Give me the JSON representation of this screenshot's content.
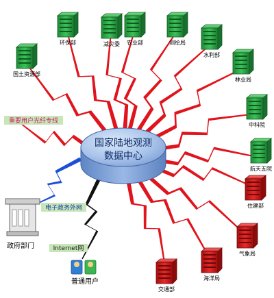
{
  "center": {
    "title_line1": "国家陆地观测",
    "title_line2": "数据中心"
  },
  "green_nodes": [
    {
      "label": "国土资源部"
    },
    {
      "label": "环保部"
    },
    {
      "label": "减灾委"
    },
    {
      "label": "农业部"
    },
    {
      "label": "测绘局"
    },
    {
      "label": "水利部"
    },
    {
      "label": "林业局"
    },
    {
      "label": "中科院"
    },
    {
      "label": "航天五院"
    }
  ],
  "red_nodes": [
    {
      "label": "住建部"
    },
    {
      "label": "气象局"
    },
    {
      "label": "海洋局"
    },
    {
      "label": "交通部"
    }
  ],
  "links": {
    "fiber": "重要用户光纤专线",
    "egov": "电子政务外网",
    "internet": "Internet网"
  },
  "users": {
    "gov": "政府部门",
    "public": "普通用户"
  },
  "colors": {
    "server_green": "#2fa84a",
    "server_red": "#d81c1c",
    "bolt_red": "#e0141c",
    "bolt_blue": "#1a4fd6",
    "bolt_black": "#111111",
    "center_fill": "#8fb2e0",
    "label_fill": "#c8e6b8"
  }
}
